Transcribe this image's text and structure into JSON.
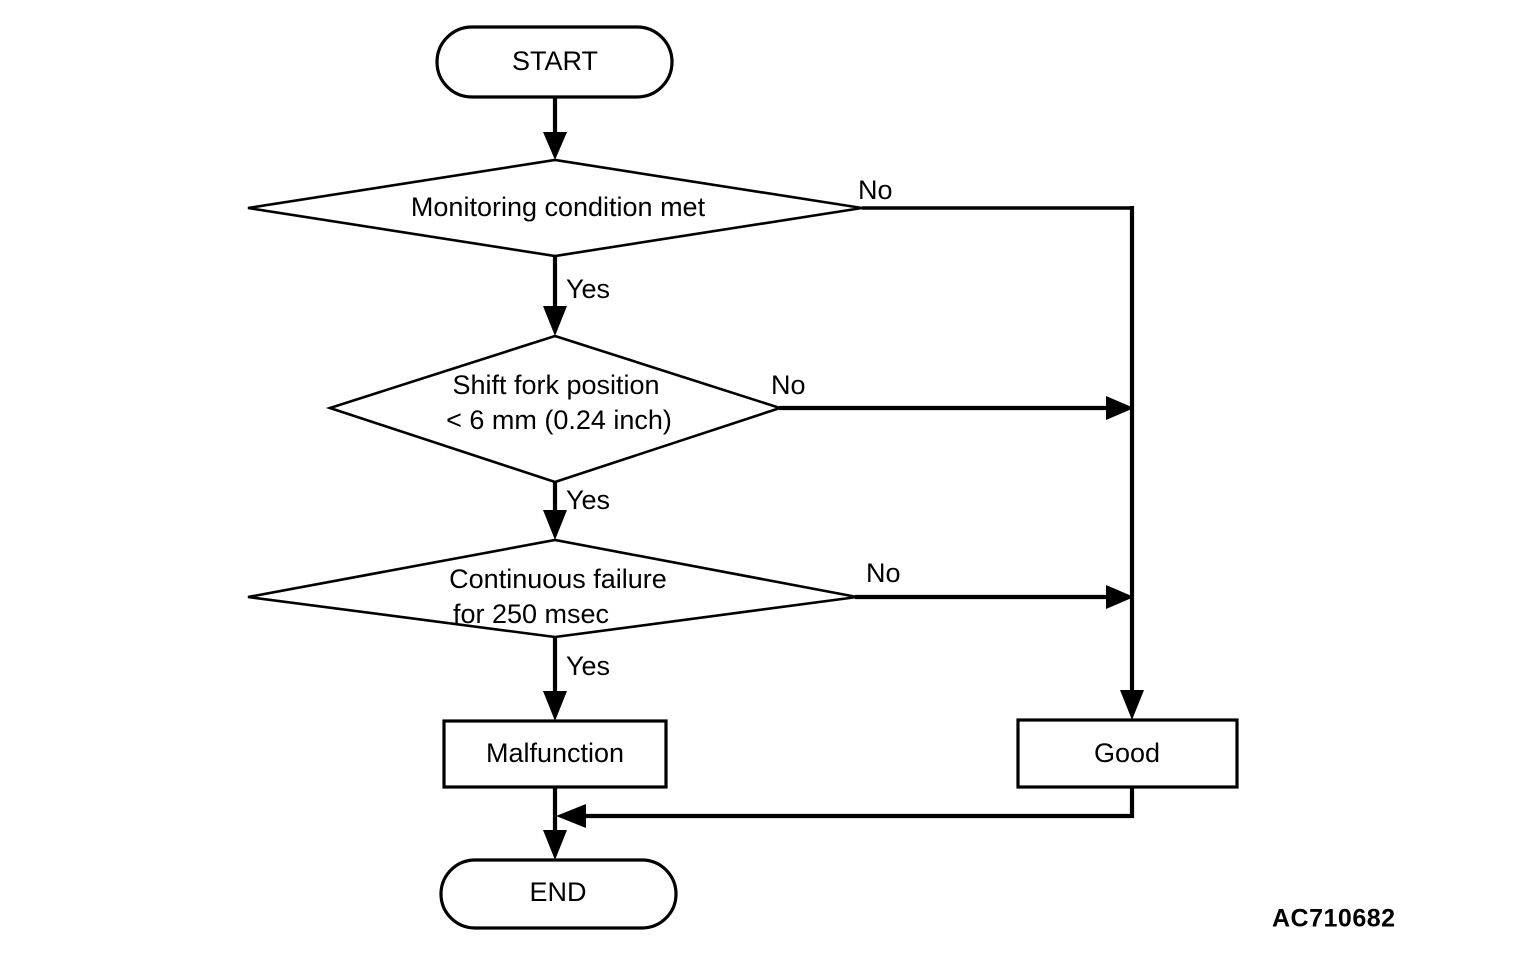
{
  "diagram": {
    "type": "flowchart",
    "reference_code": "AC710682",
    "colors": {
      "stroke": "#000000",
      "background": "#ffffff",
      "text": "#000000"
    },
    "nodes": {
      "start": {
        "label": "START",
        "shape": "terminator"
      },
      "decision_1": {
        "label": "Monitoring condition met",
        "shape": "diamond"
      },
      "decision_2_line1": "Shift fork position",
      "decision_2_line2": "< 6 mm (0.24 inch)",
      "decision_3_line1": "Continuous failure",
      "decision_3_line2": "for 250 msec",
      "malfunction": {
        "label": "Malfunction",
        "shape": "rectangle"
      },
      "good": {
        "label": "Good",
        "shape": "rectangle"
      },
      "end": {
        "label": "END",
        "shape": "terminator"
      }
    },
    "branch_labels": {
      "yes_1": "Yes",
      "yes_2": "Yes",
      "yes_3": "Yes",
      "no_1": "No",
      "no_2": "No",
      "no_3": "No"
    }
  }
}
